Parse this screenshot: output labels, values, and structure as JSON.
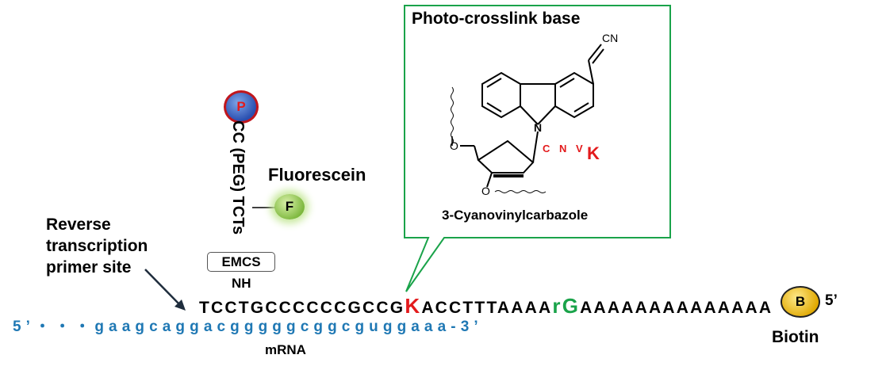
{
  "callout": {
    "title": "Photo-crosslink base",
    "compound_name": "3-Cyanovinylcarbazole",
    "cn_label": "CN",
    "n_label": "N",
    "o_label_1": "O",
    "o_label_2": "O",
    "cnvk_small": "C N V",
    "cnvk_k": "K",
    "box_color": "#1aa34a"
  },
  "linker": {
    "p_label": "P",
    "vertical_text": "CC (PEG) TCTs",
    "fluorescein_label": "Fluorescein",
    "f_label": "F",
    "emcs_label": "EMCS",
    "nh_label": "NH"
  },
  "primer_label": {
    "line1": "Reverse",
    "line2": "transcription",
    "line3": "primer site"
  },
  "puromycin_strand": {
    "part1": "TCCTGCCCCCCGCCG",
    "k": "K",
    "part2": "ACCTTTAAAA",
    "rg": "rG",
    "part3": "AAAAAAAAAAAAAA",
    "five_prime": "5’",
    "k_color": "#e31a1c",
    "rg_color": "#1aa34a"
  },
  "biotin": {
    "b_label": "B",
    "label": "Biotin"
  },
  "mrna": {
    "sequence": "5’・・・gaagcaggacgggggcggcguggaaa-3’",
    "label": "mRNA",
    "color": "#1f78b4"
  },
  "icons": [
    "phosphate-ball",
    "fluorescein-ball",
    "biotin-ball",
    "arrow"
  ]
}
